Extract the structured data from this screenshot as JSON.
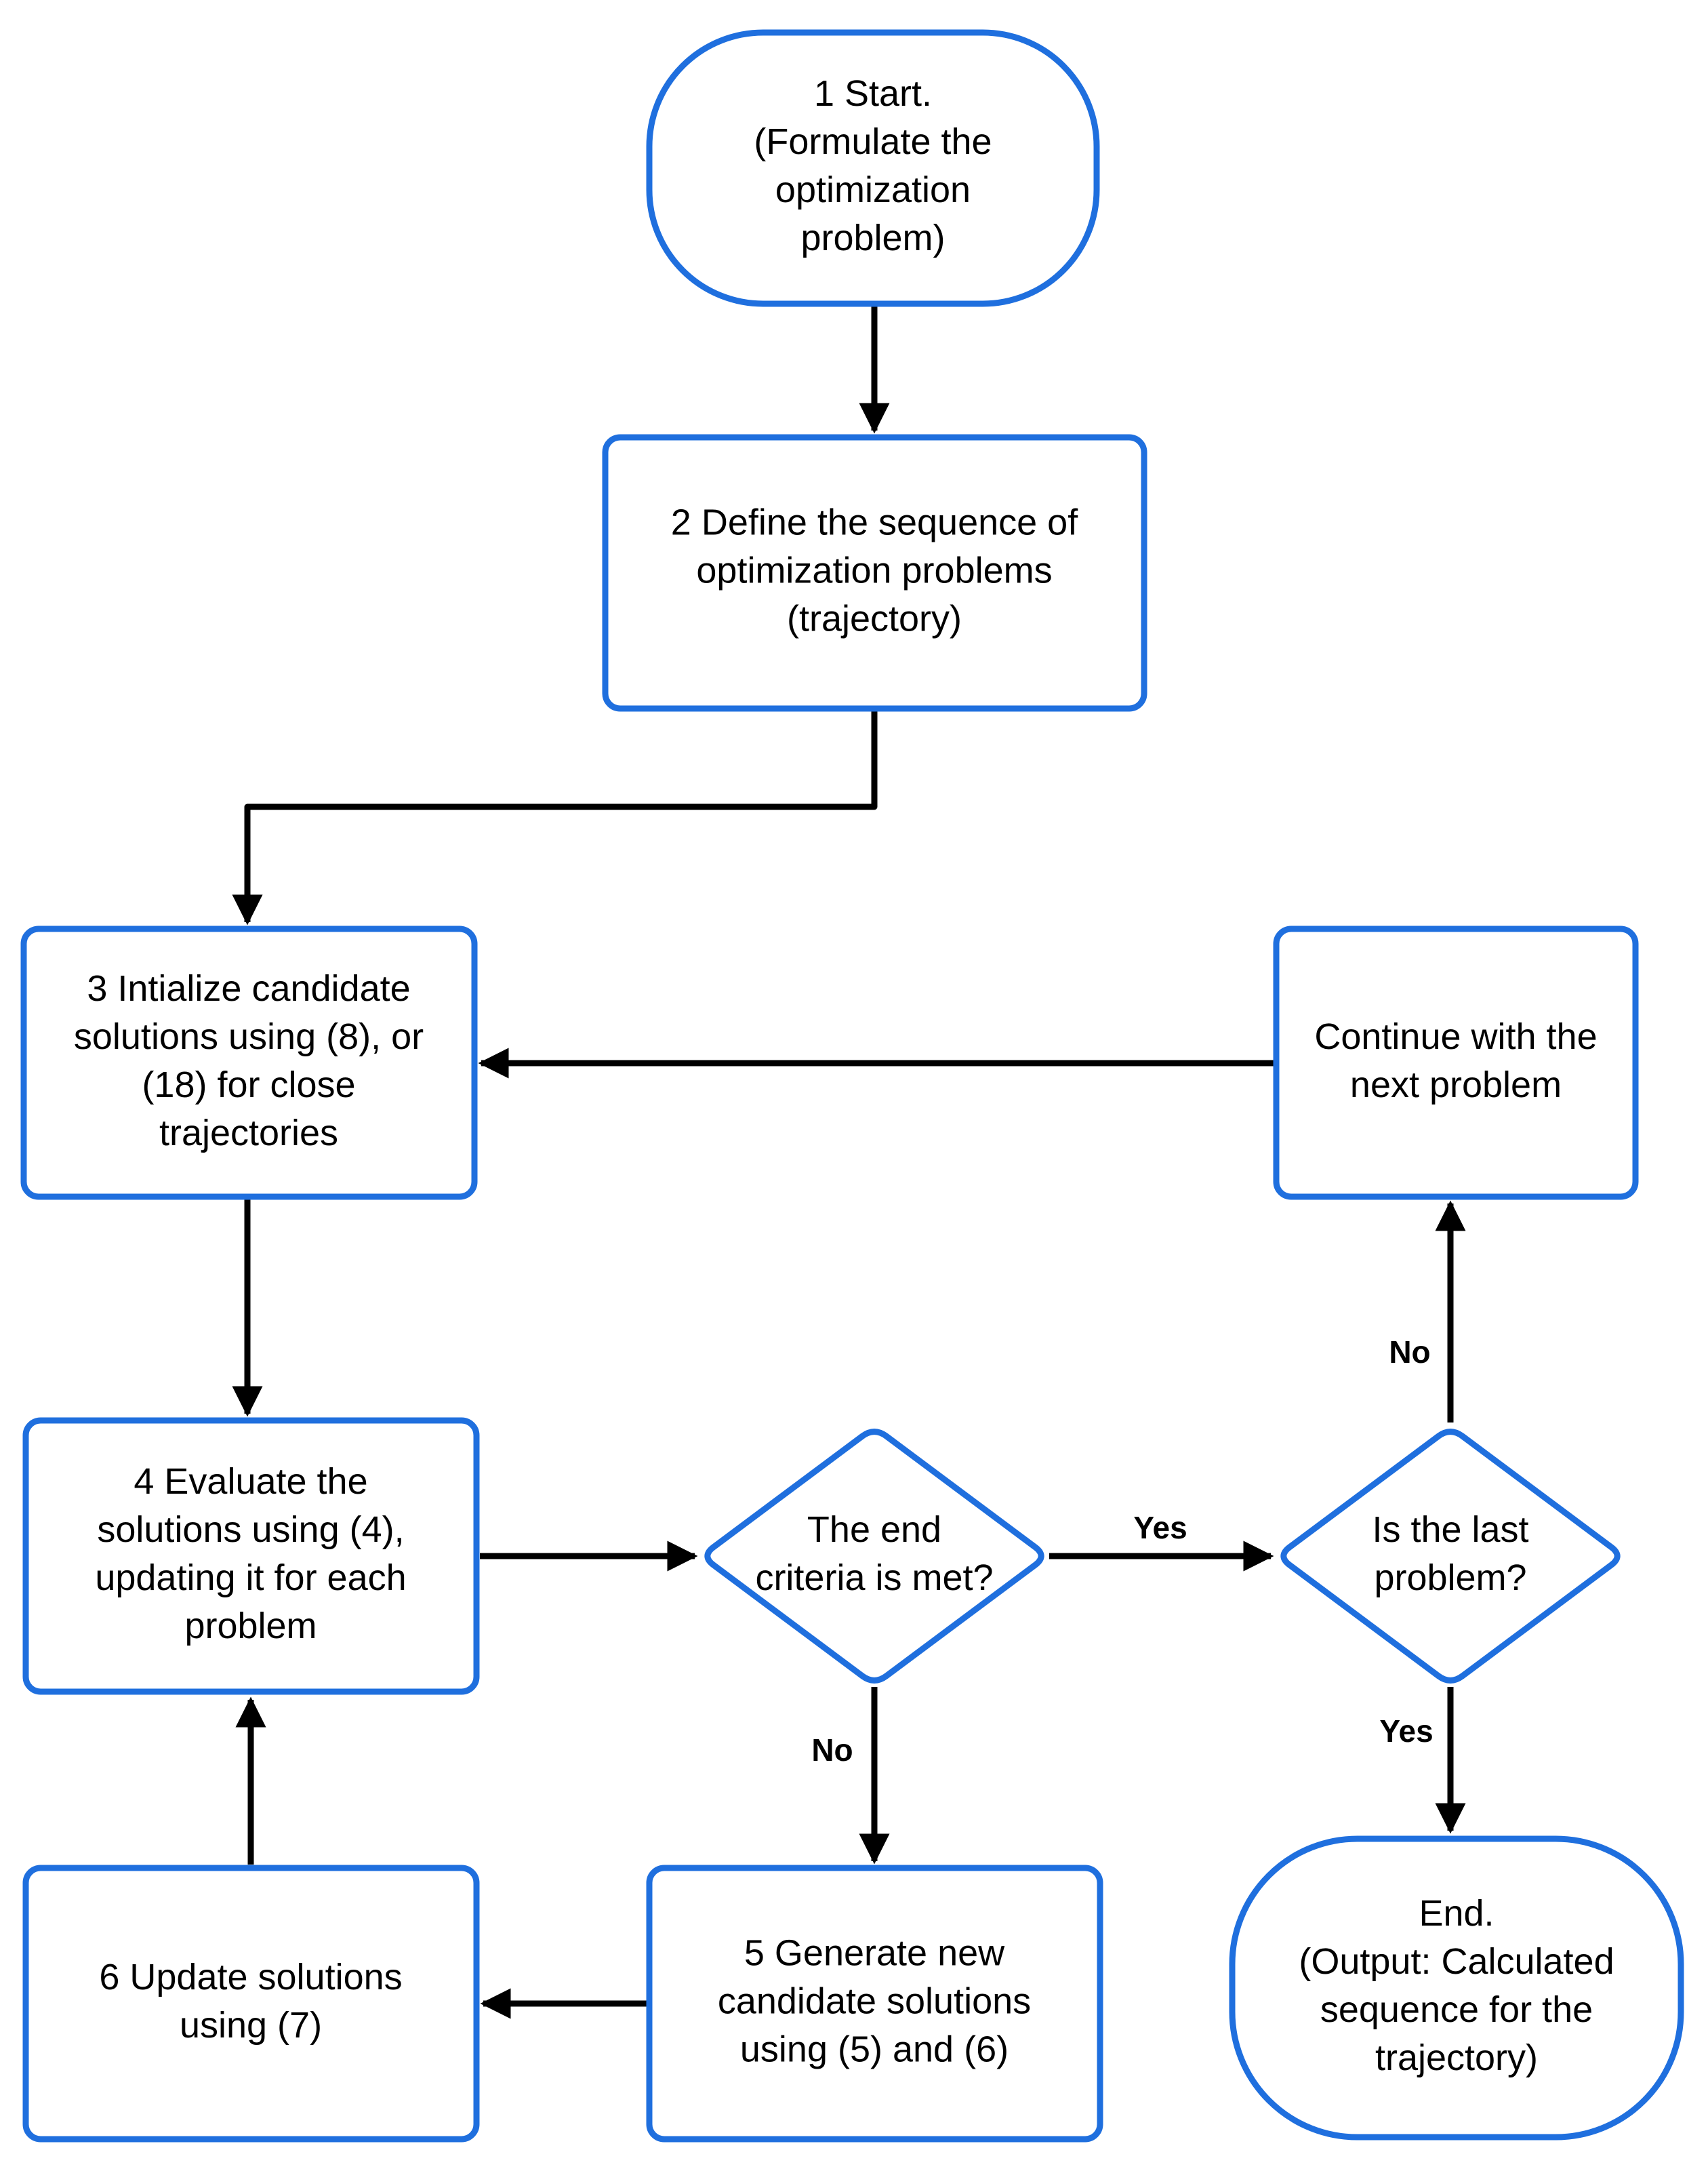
{
  "colors": {
    "node_border": "#1f6fde",
    "edge": "#000000",
    "text": "#000000"
  },
  "nodes": {
    "start": {
      "shape": "terminal",
      "lines": [
        "1 Start.",
        "(Formulate the",
        "optimization",
        "problem)"
      ]
    },
    "define": {
      "shape": "process",
      "lines": [
        "2 Define the sequence of",
        "optimization problems",
        "(trajectory)"
      ]
    },
    "initialize": {
      "shape": "process",
      "lines": [
        "3 Intialize candidate",
        "solutions using (8), or",
        "(18) for close",
        "trajectories"
      ]
    },
    "continue": {
      "shape": "process",
      "lines": [
        "Continue with the",
        "next problem"
      ]
    },
    "evaluate": {
      "shape": "process",
      "lines": [
        "4 Evaluate the",
        "solutions using (4),",
        "updating it for each",
        "problem"
      ]
    },
    "end_criteria": {
      "shape": "decision",
      "lines": [
        "The end",
        "criteria is met?"
      ]
    },
    "last_problem": {
      "shape": "decision",
      "lines": [
        "Is the last",
        "problem?"
      ]
    },
    "update": {
      "shape": "process",
      "lines": [
        "6 Update solutions",
        "using (7)"
      ]
    },
    "generate": {
      "shape": "process",
      "lines": [
        "5 Generate new",
        "candidate solutions",
        "using (5) and (6)"
      ]
    },
    "end": {
      "shape": "terminal",
      "lines": [
        "End.",
        "(Output: Calculated",
        "sequence for the",
        "trajectory)"
      ]
    }
  },
  "edges": [
    {
      "from": "start",
      "to": "define",
      "label": ""
    },
    {
      "from": "define",
      "to": "initialize",
      "label": ""
    },
    {
      "from": "continue",
      "to": "initialize",
      "label": ""
    },
    {
      "from": "initialize",
      "to": "evaluate",
      "label": ""
    },
    {
      "from": "evaluate",
      "to": "end_criteria",
      "label": ""
    },
    {
      "from": "end_criteria",
      "to": "last_problem",
      "label": "Yes"
    },
    {
      "from": "end_criteria",
      "to": "generate",
      "label": "No"
    },
    {
      "from": "last_problem",
      "to": "continue",
      "label": "No"
    },
    {
      "from": "last_problem",
      "to": "end",
      "label": "Yes"
    },
    {
      "from": "generate",
      "to": "update",
      "label": ""
    },
    {
      "from": "update",
      "to": "evaluate",
      "label": ""
    }
  ]
}
